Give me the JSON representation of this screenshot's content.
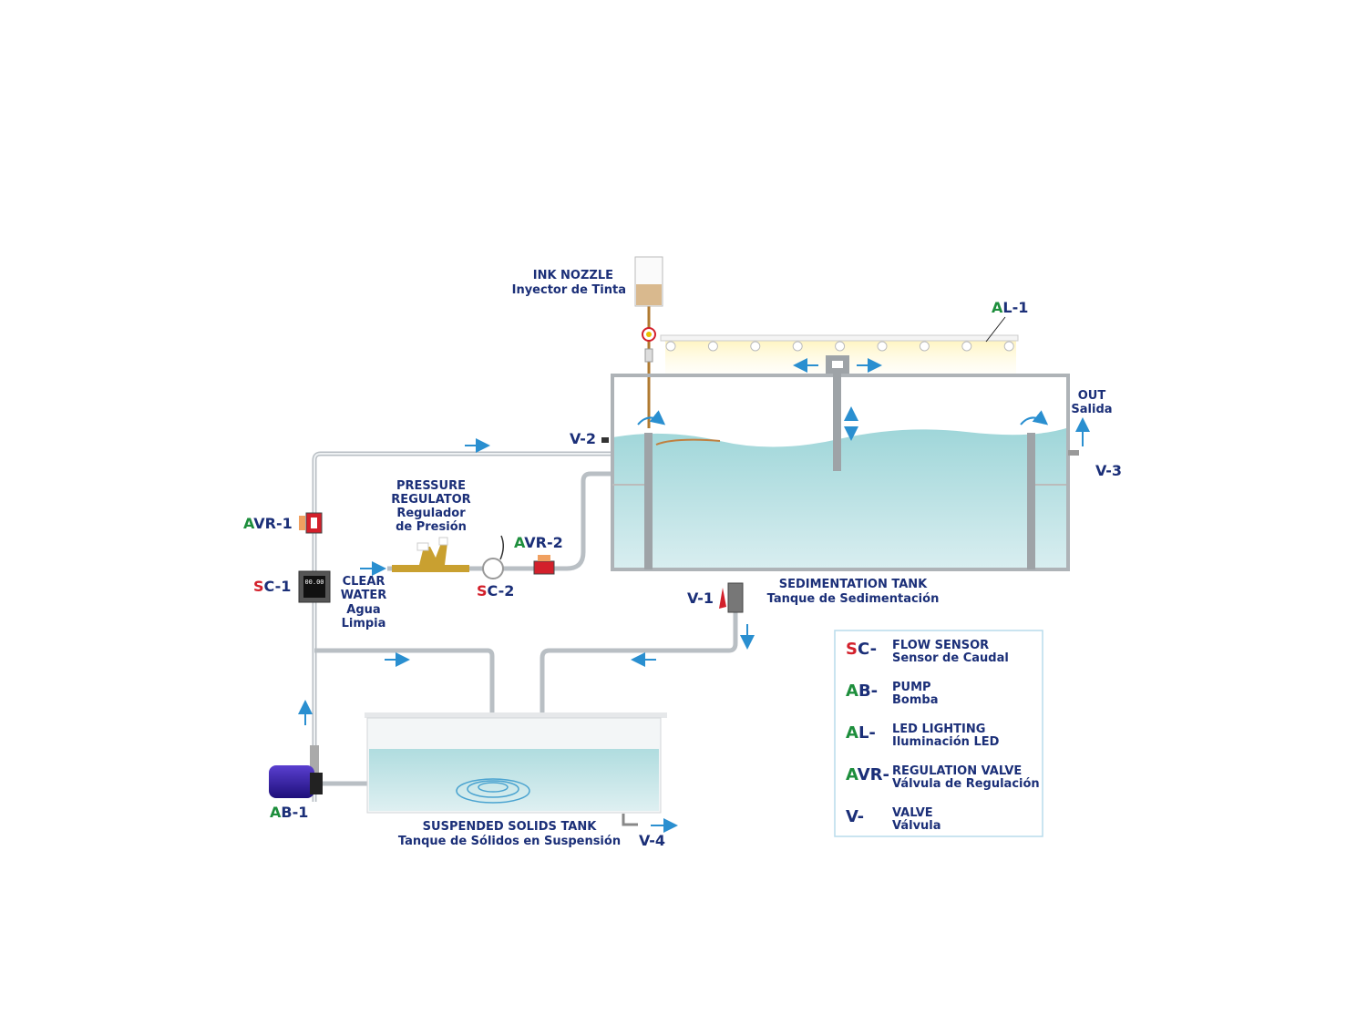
{
  "labels": {
    "ink_nozzle": [
      "INK NOZZLE",
      "Inyector de Tinta"
    ],
    "pressure_regulator": [
      "PRESSURE",
      "REGULATOR",
      "Regulador",
      "de Presión"
    ],
    "clear_water": [
      "CLEAR",
      "WATER",
      "Agua",
      "Limpia"
    ],
    "sedimentation_tank": [
      "SEDIMENTATION TANK",
      "Tanque de Sedimentación"
    ],
    "suspended_solids_tank": [
      "SUSPENDED SOLIDS TANK",
      "Tanque de Sólidos en Suspensión"
    ],
    "out": [
      "OUT",
      "Salida"
    ]
  },
  "tags": {
    "al1": {
      "accent": "A",
      "rest": "L-1"
    },
    "avr1": {
      "accent": "A",
      "rest": "VR-1"
    },
    "avr2": {
      "accent": "A",
      "rest": "VR-2"
    },
    "sc1": {
      "accent": "S",
      "rest": "C-1"
    },
    "sc2": {
      "accent": "S",
      "rest": "C-2"
    },
    "ab1": {
      "accent": "A",
      "rest": "B-1"
    },
    "v1": "V-1",
    "v2": "V-2",
    "v3": "V-3",
    "v4": "V-4"
  },
  "flow_sensor_display": "00.00",
  "legend": [
    {
      "accent": "S",
      "code": "C-",
      "en": "FLOW SENSOR",
      "es": "Sensor de Caudal",
      "accent_color": "#d3202b"
    },
    {
      "accent": "A",
      "code": "B-",
      "en": "PUMP",
      "es": "Bomba",
      "accent_color": "#1d8e3c"
    },
    {
      "accent": "A",
      "code": "L-",
      "en": "LED LIGHTING",
      "es": "Iluminación LED",
      "accent_color": "#1d8e3c"
    },
    {
      "accent": "A",
      "code": "VR-",
      "en": "REGULATION VALVE",
      "es": "Válvula de Regulación",
      "accent_color": "#1d8e3c"
    },
    {
      "accent": "",
      "code": "V-",
      "en": "VALVE",
      "es": "Válvula",
      "accent_color": "#1b2f78"
    }
  ],
  "colors": {
    "navy": "#1b2f78",
    "red": "#d3202b",
    "green": "#1d8e3c",
    "flow_arrow": "#2a8fd0"
  }
}
